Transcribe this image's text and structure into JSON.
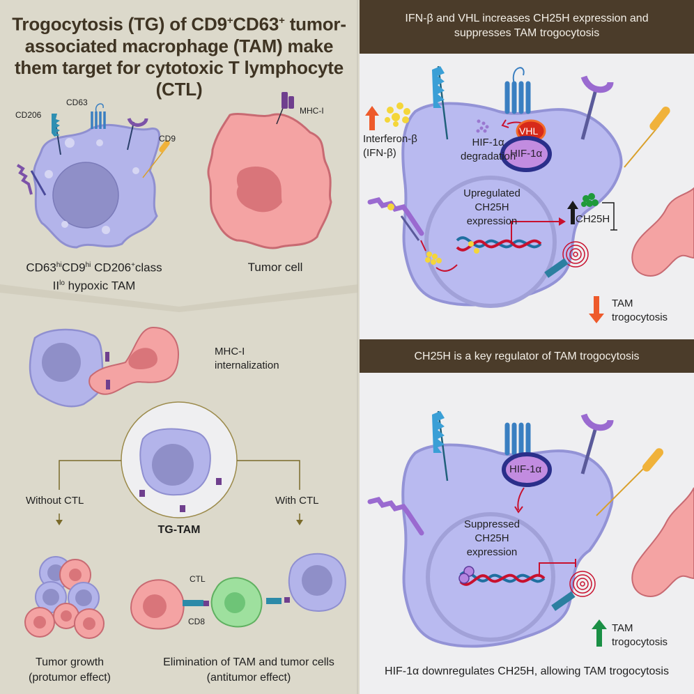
{
  "left_panel": {
    "title_parts": [
      "Trogocytosis (TG) of CD9",
      "+",
      "CD63",
      "+",
      " tumor-associated macrophage (TAM) make them target for cytotoxic T lymphocyte (CTL)"
    ],
    "tam_markers": [
      "CD206",
      "CD63",
      "CD9"
    ],
    "tumor_marker": "MHC-I",
    "tam_caption_parts": [
      "CD63",
      "hi",
      "CD9",
      "hi",
      " CD206",
      "+",
      "class",
      "II",
      "lo",
      " hypoxic TAM"
    ],
    "tumor_caption": "Tumor cell",
    "internalization_label": [
      "MHC-I",
      "internalization"
    ],
    "branch_left_label": "Without CTL",
    "branch_right_label": "With CTL",
    "center_label": "TG-TAM",
    "ctl_label": "CTL",
    "cd8_label": "CD8",
    "outcome_left": [
      "Tumor growth",
      "(protumor effect)"
    ],
    "outcome_right": [
      "Elimination of TAM and tumor cells",
      "(antitumor effect)"
    ]
  },
  "right_panel": {
    "top_header": [
      "IFN-β and VHL increases CH25H expression and",
      "suppresses TAM trogocytosis"
    ],
    "ifn_label": [
      "Interferon-β",
      "(IFN-β)"
    ],
    "hif_degradation": [
      "HIF-1α",
      "degradation"
    ],
    "vhl_label": "VHL",
    "hif_label": "HIF-1α",
    "upregulated_label": [
      "Upregulated",
      "CH25H expression"
    ],
    "ch25h_label": "CH25H",
    "tam_trog_down": [
      "TAM",
      "trogocytosis"
    ],
    "bottom_header": "CH25H is a key regulator of TAM trogocytosis",
    "hif_label_2": "HIF-1α",
    "suppressed_label": [
      "Suppressed",
      "CH25H expression"
    ],
    "tam_trog_up": [
      "TAM",
      "trogocytosis"
    ],
    "bottom_caption": "HIF-1α downregulates CH25H, allowing TAM trogocytosis"
  },
  "colors": {
    "left_bg": "#dcd9cb",
    "right_bg": "#efeff1",
    "header_bar": "#4b3c2a",
    "tam_cell": "#b3b4ea",
    "tam_outline": "#8f8fd0",
    "tam_nucleus": "#8f8fc8",
    "tumor_cell": "#f4a3a3",
    "tumor_outline": "#c86a72",
    "tumor_nucleus": "#d9757a",
    "ctl_cell": "#9ee09e",
    "down_arrow": "#ee5a2b",
    "up_arrow": "#1a8f45",
    "dna_red": "#c8102e",
    "dna_blue": "#1f6fa0",
    "branch_line": "#7a6a2a"
  }
}
